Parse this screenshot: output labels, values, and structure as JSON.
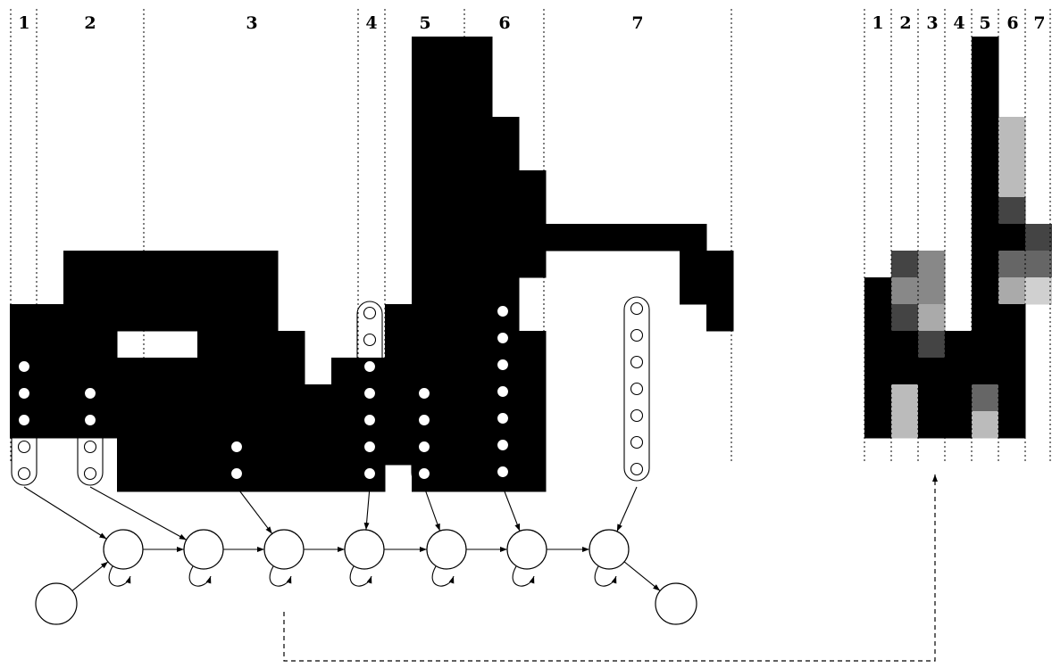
{
  "left_panel": {
    "column_labels": [
      "1",
      "2",
      "3",
      "4",
      "5",
      "6",
      "7"
    ],
    "grid": [
      "...............XXX.........",
      "...............XXX.........",
      "...............XXX.........",
      "...............XXXX........",
      "...............XXXX........",
      "...............XXXXX.......",
      "...............XXXXX.......",
      "...............XXXXXXXXXXX.",
      "..XXXXXXXX.....XXXXX.....XX",
      "..XXXXXXXX.....XXXX......XX",
      "XXXXXXXXXX....XXXXX.......X",
      "XXXX...XXXX...XXXXXX.......",
      "XXXXXXXXXXX.XXXXXXXX.......",
      "XXXXXXXXXXXXXXXXXXXX.......",
      "XXXXXXXXXXXXXXXXXXXX.......",
      "....XXXXXXXXXXXXXXXX.......",
      "....XXXXXXXXXX.XXXXX......."
    ]
  },
  "right_panel": {
    "column_labels": [
      "1",
      "2",
      "3",
      "4",
      "5",
      "6",
      "7"
    ],
    "cell_colors": {
      "K": "#000000",
      "a": "#bbbbbb",
      "b": "#444444",
      "c": "#888888",
      "d": "#555555",
      "e": "#666666",
      "f": "#d0d0d0",
      "g": "#aaaaaa"
    },
    "grid": [
      "....K..",
      "....K..",
      "....K..",
      "....Ka.",
      "....Ka.",
      "....Ka.",
      "....Kb.",
      "....KKb",
      ".bc.Kee",
      "Kcc.Kgf",
      "Kbg.KK.",
      "KKbKKK.",
      "KKKKKK.",
      "KaKKeK.",
      "KaKKaK."
    ]
  },
  "legend_note": "",
  "hmm": {
    "state_count": 9,
    "column_count": 7
  }
}
